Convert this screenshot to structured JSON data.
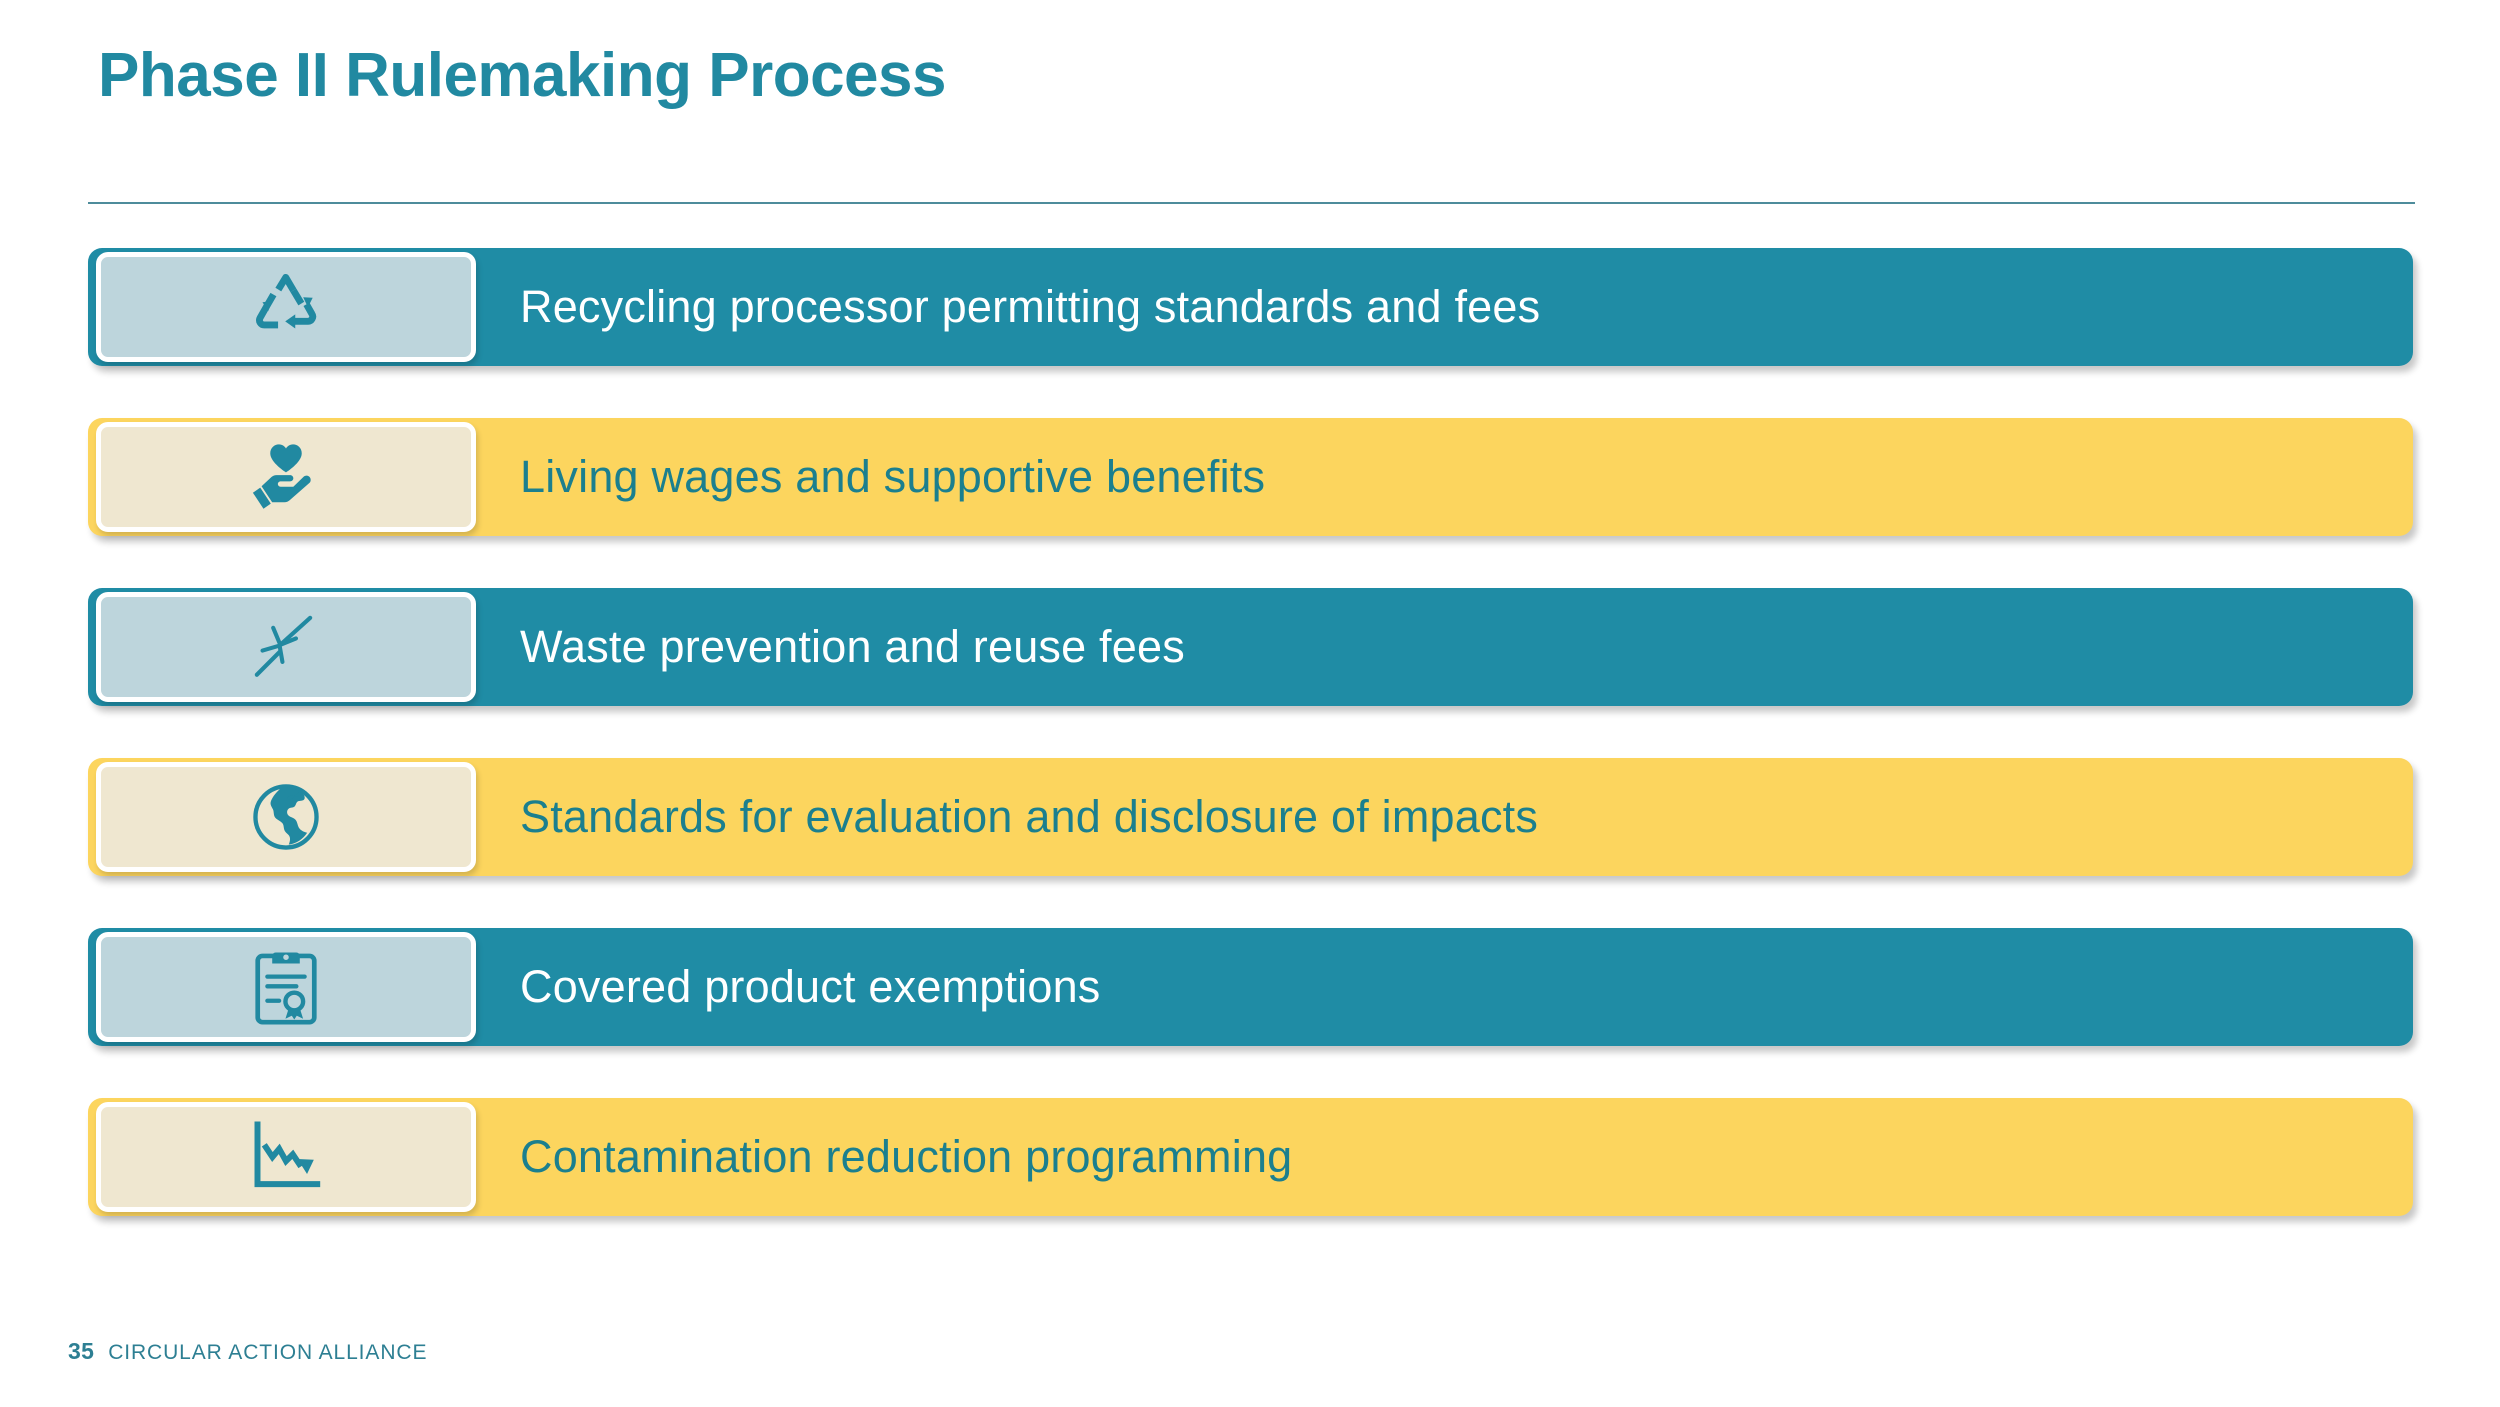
{
  "slide": {
    "title": "Phase II Rulemaking Process",
    "colors": {
      "teal_bar": "#1F8CA5",
      "yellow_bar": "#FCD55E",
      "teal_text": "#1B7F8E",
      "title_teal": "#2189A1",
      "icon_box_teal_row": "#BDD5DC",
      "icon_box_yellow_row": "#EFE7D0",
      "icon_glyph": "#2189A1",
      "divider": "#4E8C9B",
      "footer_text": "#2D7F93"
    }
  },
  "rows": [
    {
      "label": "Recycling processor permitting standards and fees",
      "icon": "recycling-icon",
      "style": "teal"
    },
    {
      "label": "Living wages and supportive benefits",
      "icon": "heart-in-hand-icon",
      "style": "yellow"
    },
    {
      "label": "Waste prevention and reuse fees",
      "icon": "reduce-arrows-icon",
      "style": "teal"
    },
    {
      "label": "Standards for evaluation and disclosure of impacts",
      "icon": "globe-americas-icon",
      "style": "yellow"
    },
    {
      "label": "Covered product exemptions",
      "icon": "clipboard-award-icon",
      "style": "teal"
    },
    {
      "label": "Contamination reduction programming",
      "icon": "declining-chart-icon",
      "style": "yellow"
    }
  ],
  "footer": {
    "page_number": "35",
    "organization": "CIRCULAR ACTION ALLIANCE"
  }
}
